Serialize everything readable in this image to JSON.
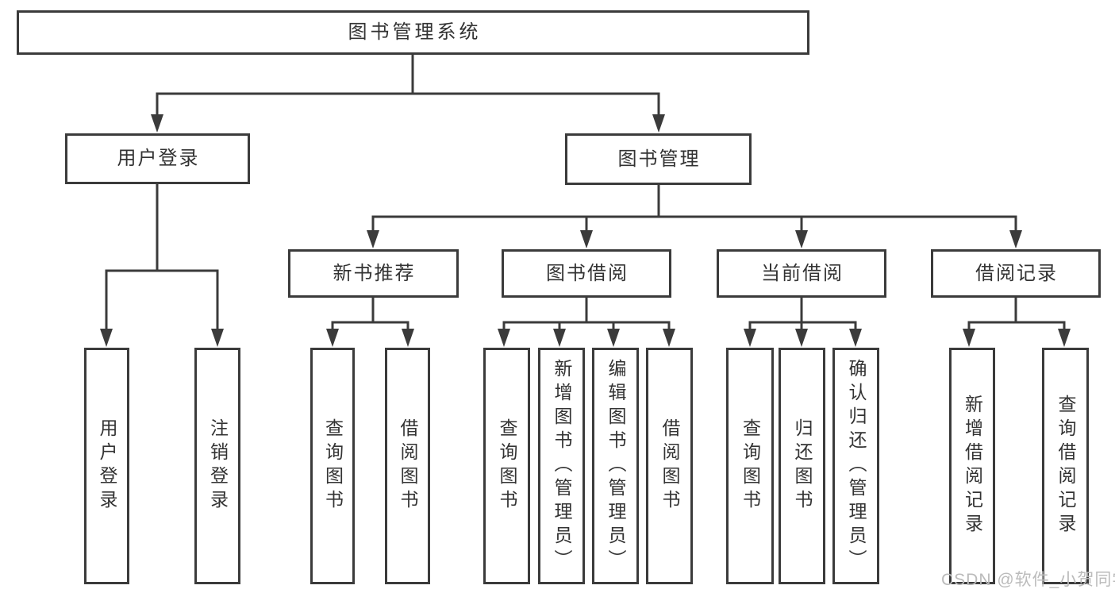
{
  "colors": {
    "line": "#3b3b3b",
    "node_border": "#3b3b3b",
    "text": "#333333",
    "watermark": "#bbbbbb",
    "background": "#ffffff"
  },
  "watermark": {
    "text": "CSDN @软件_小贺同学"
  },
  "tree": {
    "label": "图书管理系统",
    "children": [
      {
        "label": "用户登录",
        "children": [
          {
            "label": "用户登录"
          },
          {
            "label": "注销登录"
          }
        ]
      },
      {
        "label": "图书管理",
        "children": [
          {
            "label": "新书推荐",
            "children": [
              {
                "label": "查询图书"
              },
              {
                "label": "借阅图书"
              }
            ]
          },
          {
            "label": "图书借阅",
            "children": [
              {
                "label": "查询图书"
              },
              {
                "label": "新增图书（管理员）"
              },
              {
                "label": "编辑图书（管理员）"
              },
              {
                "label": "借阅图书"
              }
            ]
          },
          {
            "label": "当前借阅",
            "children": [
              {
                "label": "查询图书"
              },
              {
                "label": "归还图书"
              },
              {
                "label": "确认归还（管理员）"
              }
            ]
          },
          {
            "label": "借阅记录",
            "children": [
              {
                "label": "新增借阅记录"
              },
              {
                "label": "查询借阅记录"
              }
            ]
          }
        ]
      }
    ]
  }
}
